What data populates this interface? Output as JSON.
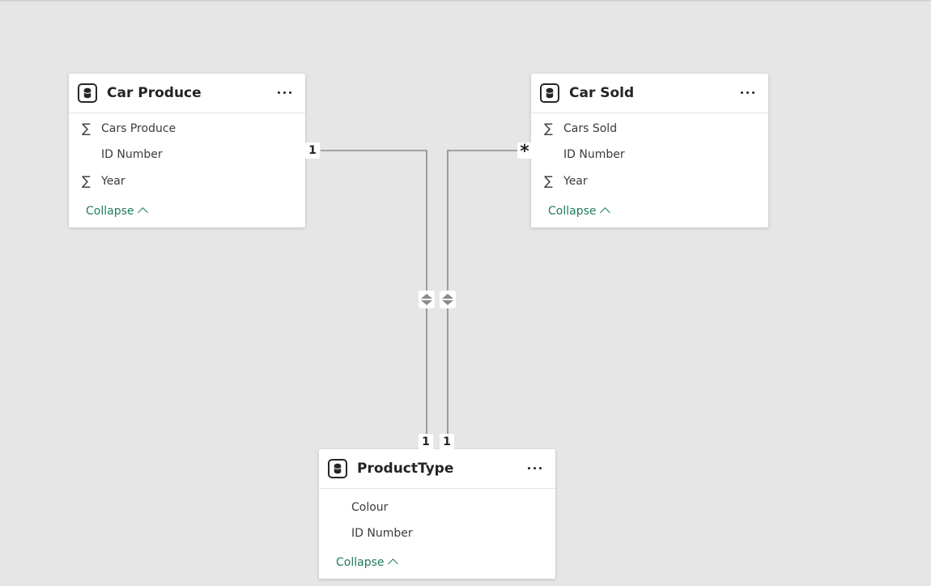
{
  "tables": [
    {
      "title": "Car Produce",
      "fields": [
        {
          "label": "Cars Produce",
          "icon": "sigma-icon"
        },
        {
          "label": "ID Number",
          "icon": ""
        },
        {
          "label": "Year",
          "icon": "sigma-icon"
        }
      ],
      "collapse_label": "Collapse"
    },
    {
      "title": "Car Sold",
      "fields": [
        {
          "label": "Cars Sold",
          "icon": "sigma-icon"
        },
        {
          "label": "ID Number",
          "icon": ""
        },
        {
          "label": "Year",
          "icon": "sigma-icon"
        }
      ],
      "collapse_label": "Collapse"
    },
    {
      "title": "ProductType",
      "fields": [
        {
          "label": "Colour",
          "icon": ""
        },
        {
          "label": "ID Number",
          "icon": ""
        }
      ],
      "collapse_label": "Collapse"
    }
  ],
  "relationships": [
    {
      "from": "Car Produce",
      "to": "ProductType",
      "from_cardinality": "1",
      "to_cardinality": "1"
    },
    {
      "from": "Car Sold",
      "to": "ProductType",
      "from_cardinality": "*",
      "to_cardinality": "1"
    }
  ],
  "sigma_symbol": "∑",
  "colors": {
    "background": "#e6e6e6",
    "card": "#ffffff",
    "link": "#227a5f",
    "line": "#8a8a8a",
    "text": "#252423"
  }
}
